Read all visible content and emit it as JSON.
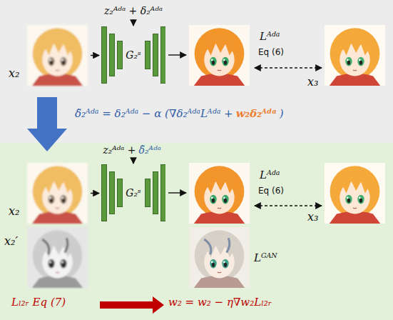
{
  "diagram": {
    "nodes": [
      {
        "text": [
          "x₂"
        ]
      },
      {
        "text": [
          "G₂ˢ"
        ]
      },
      {
        "text": [
          "x₃"
        ]
      },
      {
        "text": [
          "x₂"
        ]
      },
      {
        "text": [
          "G₂ˢ"
        ]
      },
      {
        "text": [
          "x₃"
        ]
      },
      {
        "text": [
          "x₂′"
        ]
      }
    ],
    "edges": [
      {
        "from": 0,
        "to": 1,
        "arrow": "to"
      },
      {
        "from": 3,
        "to": 4,
        "arrow": "to"
      }
    ],
    "labels": [
      "z₂ᴬᵈᵃ + δ₂ᴬᵈᵃ",
      "Lᴬᵈᵃ",
      "Eq (6)",
      "δ̃₂ᴬᵈᵃ = δ₂ᴬᵈᵃ − α (∇δ₂ᴬᵈᵃLᴬᵈᵃ +",
      "w₂δ₂ᴬᵈᵃ",
      ")",
      "z₂ᴬᵈᵃ +",
      "δ̃₂ᴬᵈᵃ",
      "Lᴬᵈᵃ",
      "Eq (6)",
      "Lᴳᴬᴺ",
      "Lₗ₂ᵣ Eq (7)",
      "w₂ = w₂ − η∇w₂Lₗ₂ᵣ"
    ]
  }
}
